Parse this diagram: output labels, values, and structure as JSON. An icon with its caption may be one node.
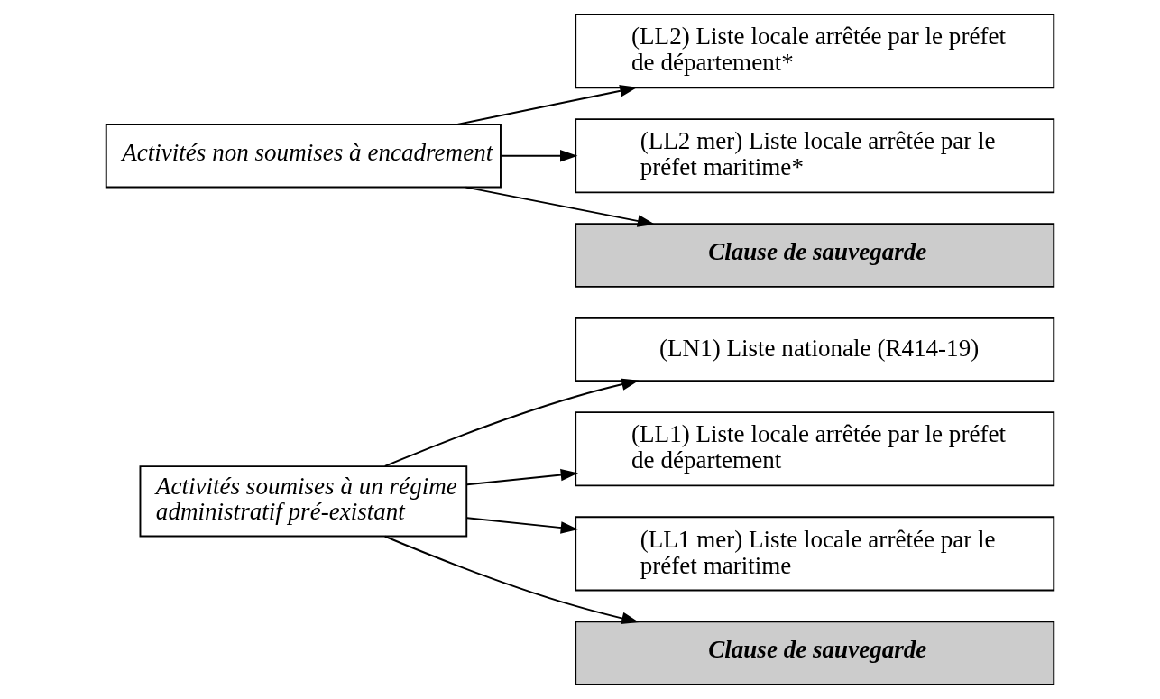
{
  "diagram": {
    "nodes": [
      {
        "text": [
          "Activités soumises à un régime administratif pré-existant"
        ]
      },
      {
        "text": [
          "(LN1) Liste nationale (R414-19)"
        ]
      },
      {
        "text": [
          "(LL1) Liste locale arrêtée par le préfet de département"
        ]
      },
      {
        "text": [
          "(LL1 mer) Liste locale arrêtée par le préfet maritime"
        ]
      },
      {
        "text": [
          "Clause de sauvegarde"
        ]
      },
      {
        "text": [
          "Activités non soumises à encadrement"
        ]
      },
      {
        "text": [
          "(LL2) Liste locale arrêtée par le préfet de département*"
        ]
      },
      {
        "text": [
          "(LL2 mer) Liste locale arrêtée par le préfet maritime*"
        ]
      },
      {
        "text": [
          "Clause de sauvegarde"
        ]
      }
    ],
    "edges": [
      {
        "from": 0,
        "to": 1,
        "arrow": "to"
      },
      {
        "from": 0,
        "to": 2,
        "arrow": "to"
      },
      {
        "from": 0,
        "to": 3,
        "arrow": "to"
      },
      {
        "from": 0,
        "to": 4,
        "arrow": "to"
      },
      {
        "from": 5,
        "to": 6,
        "arrow": "to"
      },
      {
        "from": 5,
        "to": 7,
        "arrow": "to"
      },
      {
        "from": 5,
        "to": 8,
        "arrow": "to"
      }
    ]
  }
}
